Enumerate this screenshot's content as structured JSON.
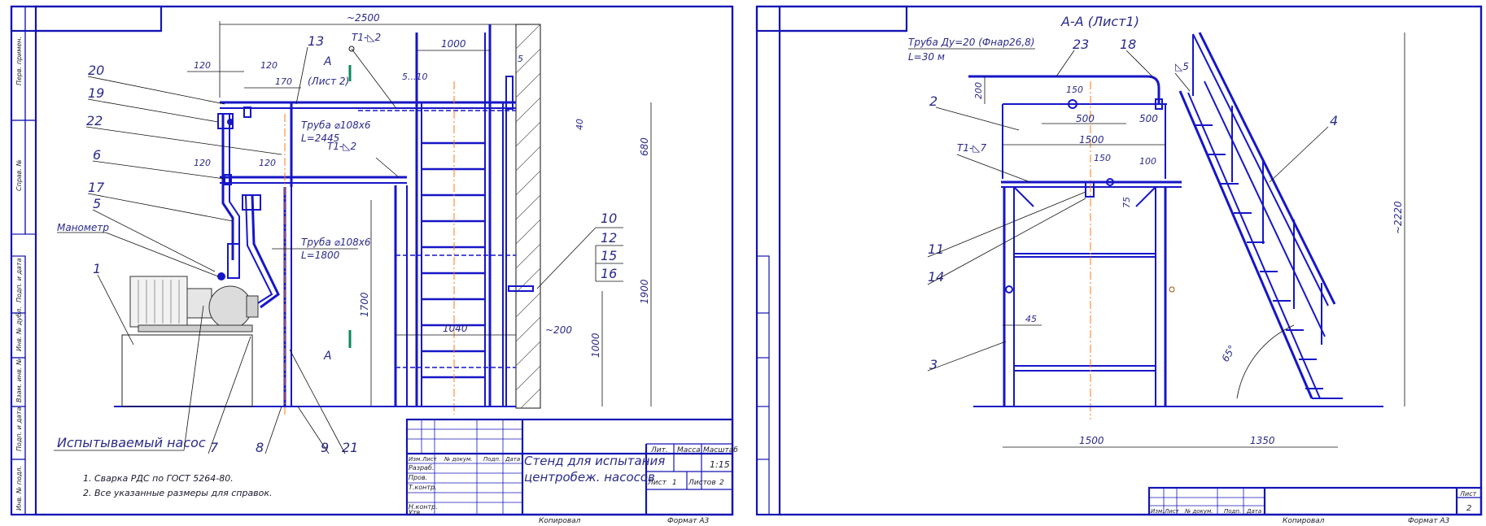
{
  "sheet1": {
    "dims": {
      "top_overall": "~2500",
      "d120a": "120",
      "d120b": "120",
      "d170": "170",
      "d120c": "120",
      "d120d": "120",
      "d1000": "1000",
      "d5_10": "5...10",
      "d5": "5",
      "d40": "40",
      "d680": "680",
      "d1900": "1900",
      "d1700": "1700",
      "d1000v": "1000",
      "d1040": "1040",
      "d200": "~200"
    },
    "labels": {
      "section_mark_top": "A",
      "section_mark_bottom": "A",
      "sheet_ref": "(Лист 2)",
      "weld_t1_top": "Т1-◺2",
      "weld_t1_mid": "Т1-◺2",
      "pipe1_a": "Труба ⌀108х6",
      "pipe1_b": "L=2445",
      "pipe2_a": "Труба ⌀108х6",
      "pipe2_b": "L=1800",
      "manometer": "Манометр",
      "tested_pump": "Испытываемый насос"
    },
    "positions": [
      "1",
      "5",
      "6",
      "7",
      "8",
      "9",
      "10",
      "12",
      "15",
      "16",
      "13",
      "17",
      "19",
      "20",
      "21",
      "22"
    ],
    "notes": [
      "1. Сварка РДС по ГОСТ 5264-80.",
      "2. Все указанные размеры для справок."
    ],
    "side_stamps": [
      "Перв. примен.",
      "Справ. №",
      "Подп. и дата",
      "Инв. № дубл.",
      "Взам. инв. №",
      "Подп. и дата",
      "Инв. № подл."
    ],
    "title_block": {
      "title_line1": "Стенд для испытания",
      "title_line2": "центробеж. насосов",
      "lit": "Лит.",
      "mass": "Масса",
      "scale_label": "Масштаб",
      "scale_value": "1:15",
      "sheet": "Лист",
      "sheet_value": "1",
      "sheets": "Листов",
      "sheets_value": "2",
      "rows": [
        "Изм.",
        "Лист",
        "№ докум.",
        "Подп.",
        "Дата"
      ],
      "left_rows": [
        "Разраб.",
        "Пров.",
        "Т.контр.",
        "",
        "Н.контр.",
        "Утв."
      ]
    },
    "footer_copy": "Копировал",
    "footer_format": "Формат   А3"
  },
  "sheet2": {
    "title": "А-А (Лист1)",
    "labels": {
      "pipe_a": "Труба Ду=20 (Фнар26,8)",
      "pipe_b": "L=30 м",
      "weld_t1": "Т1-◺7",
      "weld_5": "◺5"
    },
    "dims": {
      "d200": "200",
      "d150a": "150",
      "d500a": "500",
      "d500b": "500",
      "d1500a": "1500",
      "d150b": "150",
      "d100": "100",
      "d75": "75",
      "d45": "45",
      "d2220": "~2220",
      "d65": "65°",
      "d1500b": "1500",
      "d1350": "1350"
    },
    "positions": [
      "2",
      "3",
      "4",
      "11",
      "14",
      "18",
      "23"
    ],
    "title_block": {
      "sheet_value": "2",
      "sheet": "Лист",
      "rows": [
        "Изм.",
        "Лист",
        "№ докум.",
        "Подп.",
        "Дата"
      ]
    },
    "footer_copy": "Копировал",
    "footer_format": "Формат   А3"
  },
  "colors": {
    "frame": "#1414b4",
    "axis": "#ff7a1a",
    "text": "#1a1a2e"
  }
}
